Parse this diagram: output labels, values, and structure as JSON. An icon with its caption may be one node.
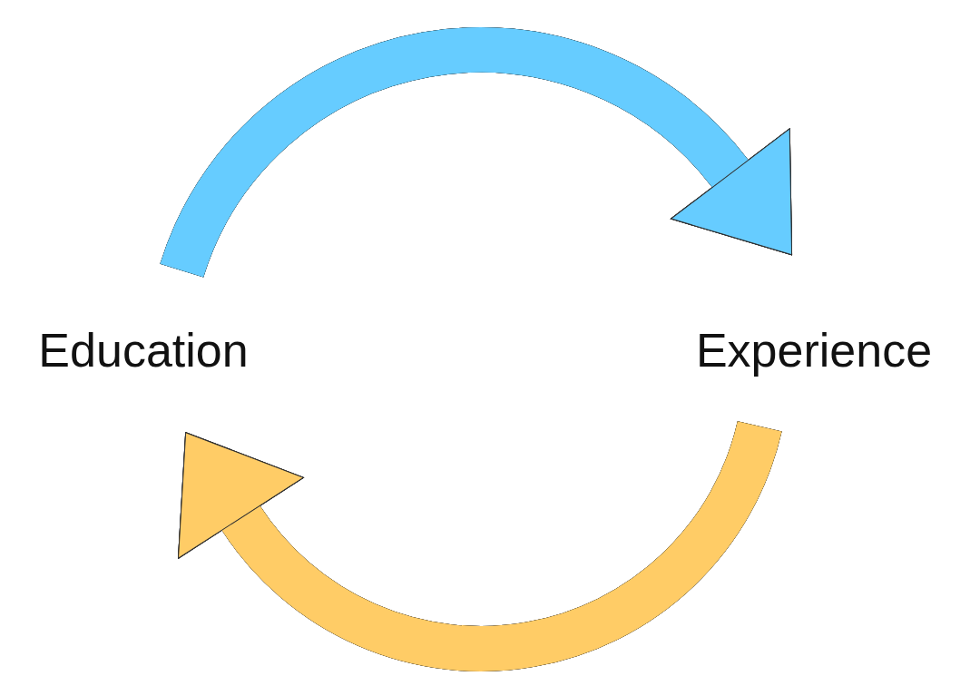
{
  "diagram": {
    "nodes": [
      {
        "text": [
          "Education"
        ]
      },
      {
        "text": [
          "Experience"
        ]
      }
    ],
    "edges": [
      {
        "from": 0,
        "to": 1,
        "arrow": "to",
        "color": "#66ccff"
      },
      {
        "from": 1,
        "to": 0,
        "arrow": "to",
        "color": "#ffcc66"
      }
    ]
  }
}
